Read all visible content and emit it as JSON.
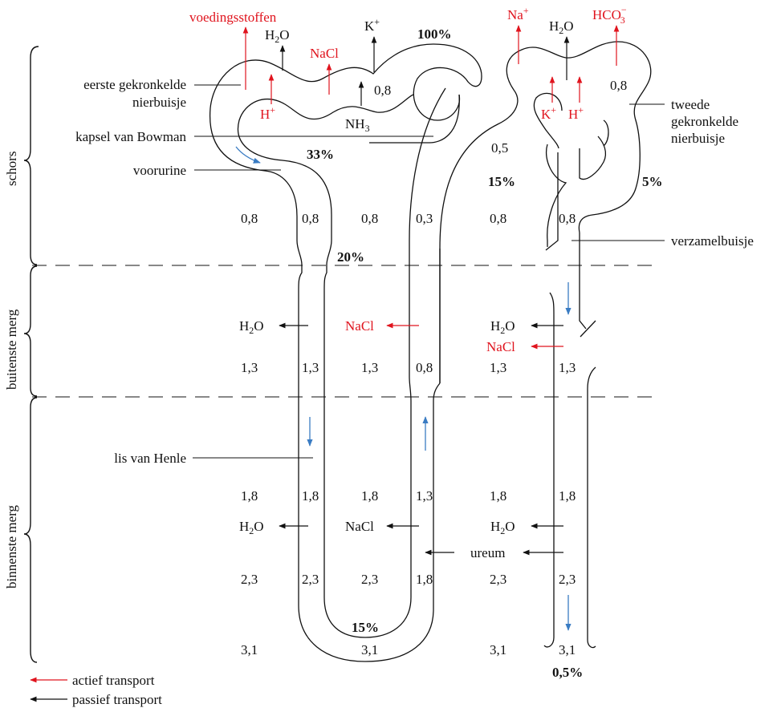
{
  "zones": {
    "cortex": "schors",
    "outer_medulla": "buitenste merg",
    "inner_medulla": "binnenste merg"
  },
  "labels": {
    "pct": "eerste gekronkelde",
    "pct2": "nierbuisje",
    "bowman": "kapsel van Bowman",
    "preurine": "voorurine",
    "henle": "lis van Henle",
    "dct": "tweede",
    "dct2": "gekronkelde",
    "dct3": "nierbuisje",
    "collecting": "verzamelbuisje"
  },
  "substances": {
    "voedingsstoffen": "voedingsstoffen",
    "h2o": "H",
    "h2o_sub": "2",
    "h2o_o": "O",
    "nacl": "NaCl",
    "k": "K",
    "plus": "+",
    "h": "H",
    "nh": "NH",
    "nh_sub": "3",
    "na": "Na",
    "hco": "HCO",
    "hco_sub": "3",
    "hco_sup": "−",
    "ureum": "ureum"
  },
  "values": {
    "top_row": [
      "0,8",
      "0,8",
      "0,8",
      "0,3",
      "0,8",
      "0,8"
    ],
    "outer_row": [
      "1,3",
      "1,3",
      "1,3",
      "0,8",
      "1,3",
      "1,3"
    ],
    "inner_row1": [
      "1,8",
      "1,8",
      "1,8",
      "1,3",
      "1,8",
      "1,8"
    ],
    "inner_row2": [
      "2,3",
      "2,3",
      "2,3",
      "1,8",
      "2,3",
      "2,3"
    ],
    "bottom_row": [
      "3,1",
      "3,1",
      "3,1",
      "3,1"
    ],
    "conv_pct": "0,8",
    "dct_val": "0,5",
    "dct_val2": "0,8"
  },
  "percentages": {
    "p100": "100%",
    "p33": "33%",
    "p20": "20%",
    "p15_dct": "15%",
    "p5": "5%",
    "p15_loop": "15%",
    "p05": "0,5%"
  },
  "legend": {
    "active": "actief transport",
    "passive": "passief transport"
  },
  "colors": {
    "active": "#e0141e",
    "passive": "#111111",
    "flow": "#3a7cc3"
  }
}
